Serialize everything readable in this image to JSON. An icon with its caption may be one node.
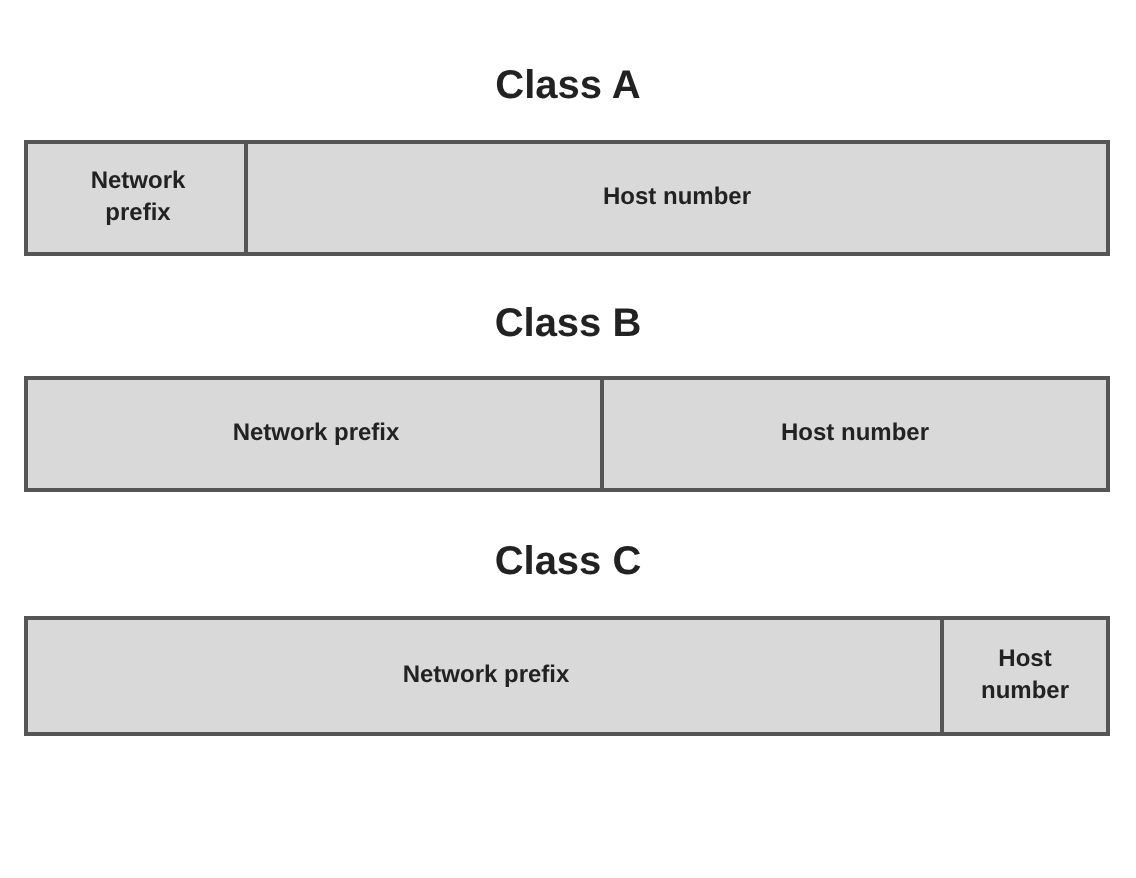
{
  "diagram": {
    "nodes": [
      {
        "text": [
          "Network prefix"
        ]
      },
      {
        "text": [
          "Host number"
        ]
      },
      {
        "text": [
          "Network prefix"
        ]
      },
      {
        "text": [
          "Host number"
        ]
      },
      {
        "text": [
          "Network prefix"
        ]
      },
      {
        "text": [
          "Host number"
        ]
      }
    ],
    "labels": [
      "Class A",
      "Class B",
      "Class C"
    ]
  }
}
